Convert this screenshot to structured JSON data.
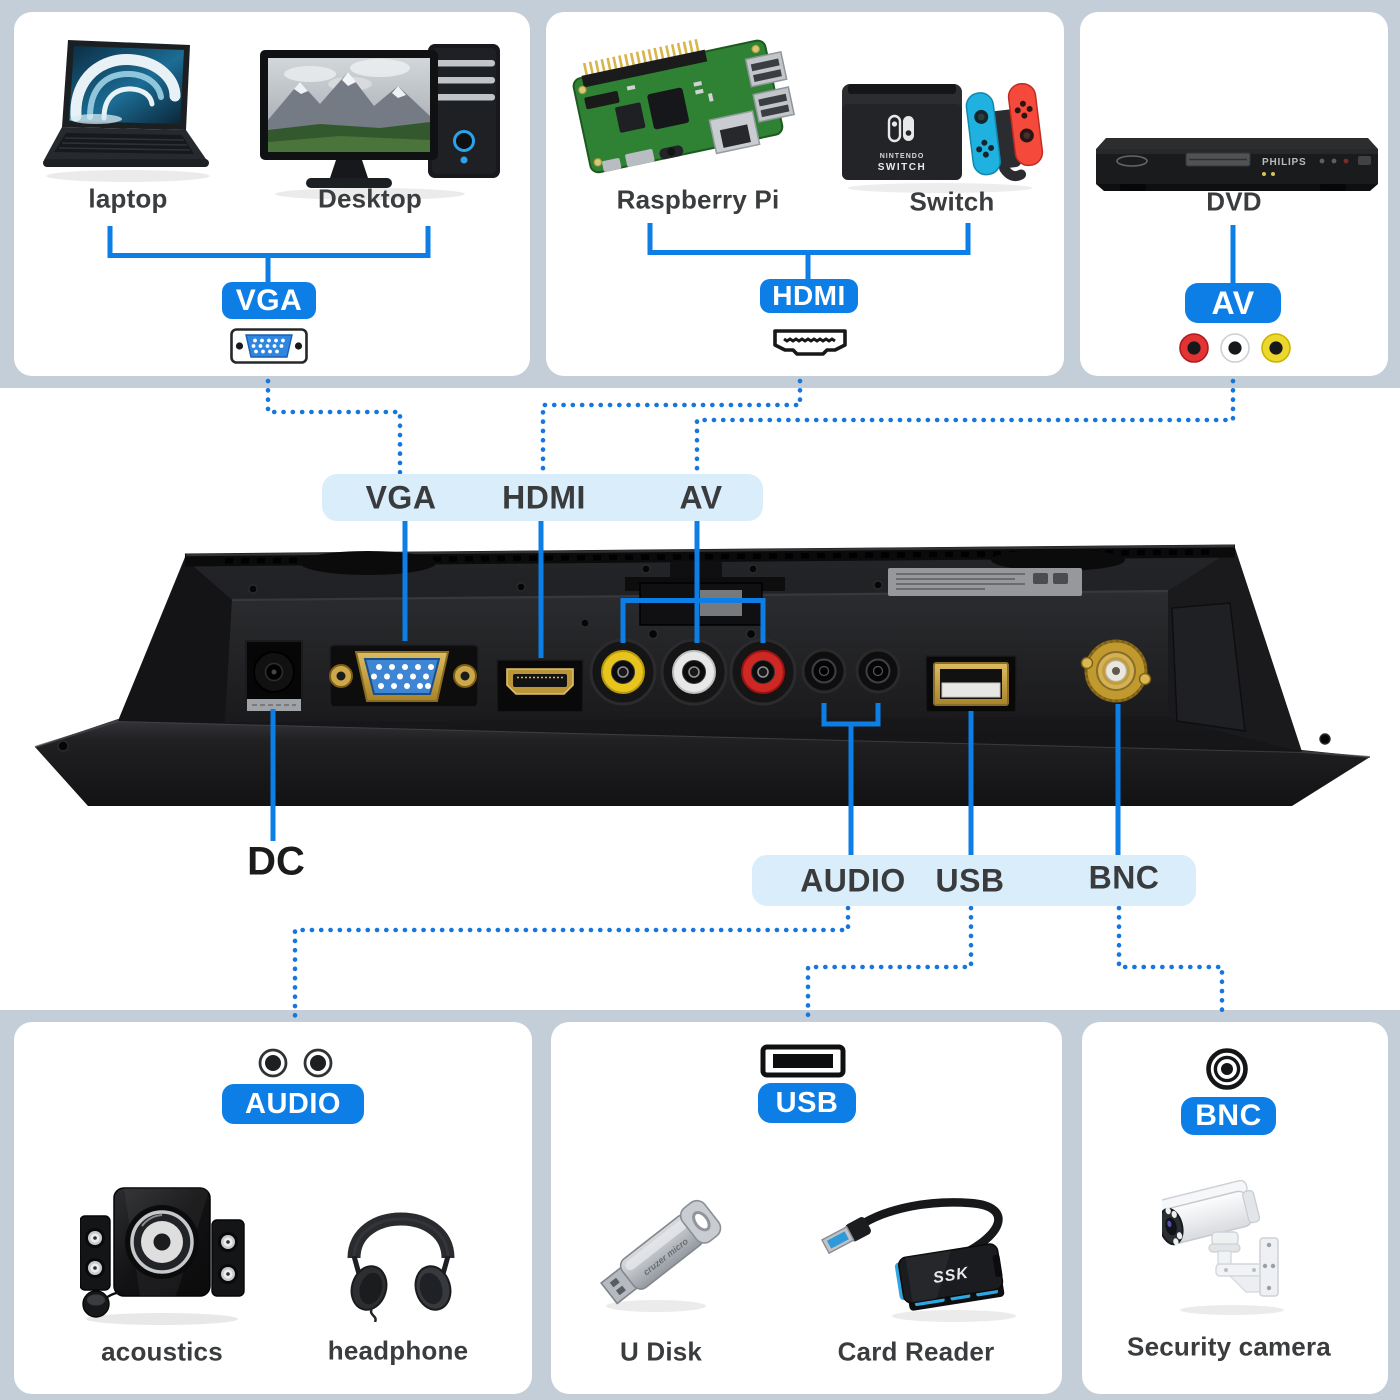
{
  "colors": {
    "bg": "#c4ced9",
    "card": "#ffffff",
    "accent": "#0e7ee7",
    "dotted": "#1576df",
    "band": "#d9eefa",
    "text": "#3a3c3e",
    "btntext": "#ffffff"
  },
  "top_cards": [
    {
      "devices": [
        {
          "label": "laptop",
          "icon": "laptop-photo"
        },
        {
          "label": "Desktop",
          "icon": "desktop-tower-photo"
        }
      ],
      "connector": {
        "label": "VGA",
        "icon": "vga-connector-icon"
      }
    },
    {
      "devices": [
        {
          "label": "Raspberry Pi",
          "icon": "raspberry-pi-photo"
        },
        {
          "label": "Switch",
          "icon": "nintendo-switch-photo",
          "logo_text_1": "NINTENDO",
          "logo_text_2": "SWITCH"
        }
      ],
      "connector": {
        "label": "HDMI",
        "icon": "hdmi-connector-icon"
      }
    },
    {
      "devices": [
        {
          "label": "DVD",
          "icon": "dvd-player-photo",
          "brand": "PHILIPS"
        }
      ],
      "connector": {
        "label": "AV",
        "icon": "rca-plugs-icon"
      }
    }
  ],
  "monitor_section": {
    "top_band_labels": {
      "vga": "VGA",
      "hdmi": "HDMI",
      "av": "AV"
    },
    "bottom_band_labels": {
      "audio": "AUDIO",
      "usb": "USB",
      "bnc": "BNC"
    },
    "dc_label": "DC"
  },
  "bottom_cards": [
    {
      "connector": {
        "label": "AUDIO",
        "icon": "audio-jacks-icon"
      },
      "devices": [
        {
          "label": "acoustics",
          "icon": "speaker-system-photo"
        },
        {
          "label": "headphone",
          "icon": "headphone-photo"
        }
      ]
    },
    {
      "connector": {
        "label": "USB",
        "icon": "usb-port-icon"
      },
      "devices": [
        {
          "label": "U Disk",
          "icon": "usb-flash-drive-photo",
          "brand": "cruzer micro"
        },
        {
          "label": "Card Reader",
          "icon": "card-reader-photo",
          "brand": "SSK"
        }
      ]
    },
    {
      "connector": {
        "label": "BNC",
        "icon": "bnc-connector-icon"
      },
      "devices": [
        {
          "label": "Security camera",
          "icon": "security-camera-photo"
        }
      ]
    }
  ]
}
